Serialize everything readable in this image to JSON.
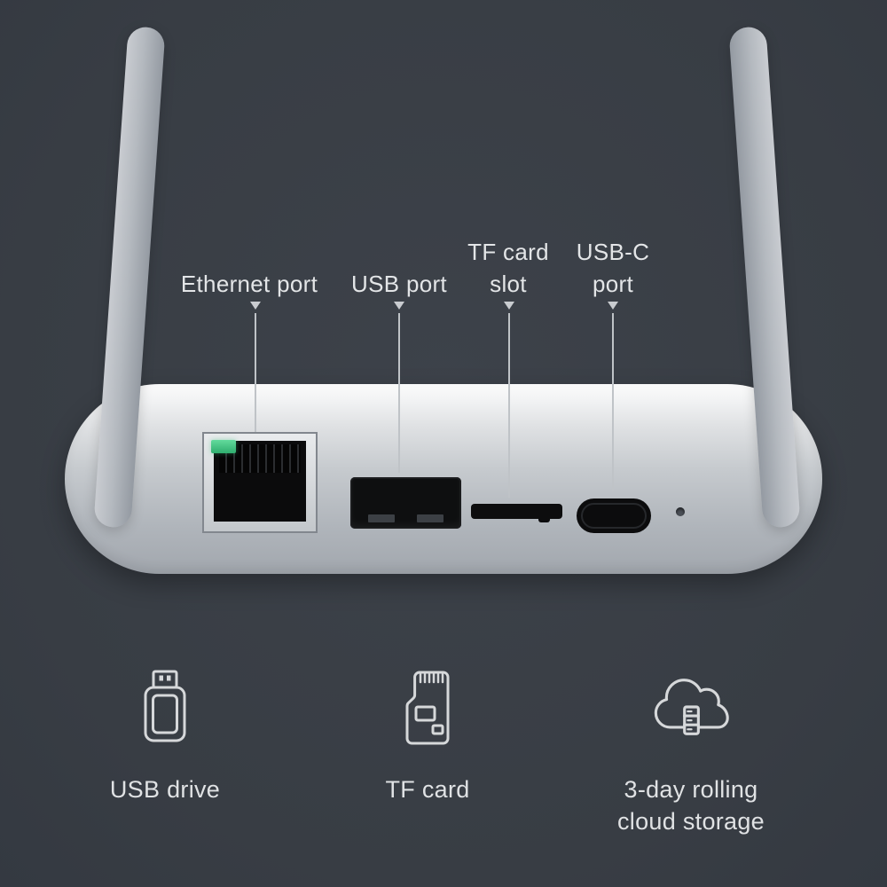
{
  "scene": {
    "bg_color": "#383d44",
    "text_color": "#e3e5e7",
    "device_body_color": "#bfc3c8",
    "led_color": "#3fc57f"
  },
  "callouts": {
    "ethernet": {
      "line1": "Ethernet port"
    },
    "usb": {
      "line1": "USB port"
    },
    "tf": {
      "line1": "TF card",
      "line2": "slot"
    },
    "usbc": {
      "line1": "USB-C",
      "line2": "port"
    }
  },
  "features": {
    "usb_drive": {
      "label": "USB drive"
    },
    "tf_card": {
      "label": "TF card"
    },
    "cloud": {
      "line1": "3-day rolling",
      "line2": "cloud storage"
    }
  }
}
